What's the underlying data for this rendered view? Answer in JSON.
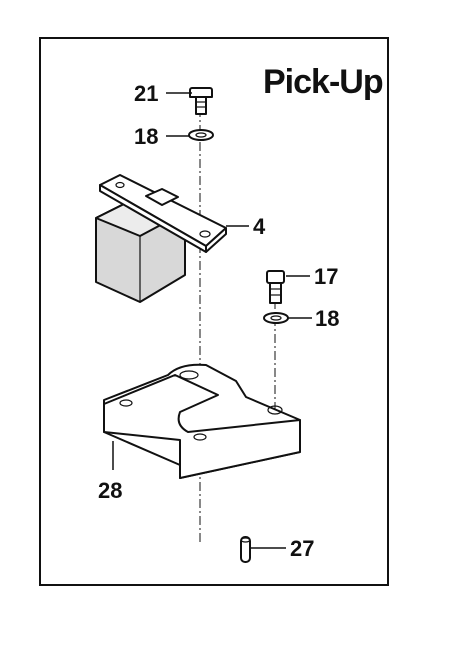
{
  "diagram": {
    "title": "Pick-Up",
    "callouts": [
      {
        "id": "c21",
        "label": "21"
      },
      {
        "id": "c18a",
        "label": "18"
      },
      {
        "id": "c4",
        "label": "4"
      },
      {
        "id": "c17",
        "label": "17"
      },
      {
        "id": "c18b",
        "label": "18"
      },
      {
        "id": "c28",
        "label": "28"
      },
      {
        "id": "c27",
        "label": "27"
      }
    ]
  },
  "colors": {
    "line": "#111111",
    "background": "#ffffff",
    "block_fill": "#d8d8d8"
  }
}
